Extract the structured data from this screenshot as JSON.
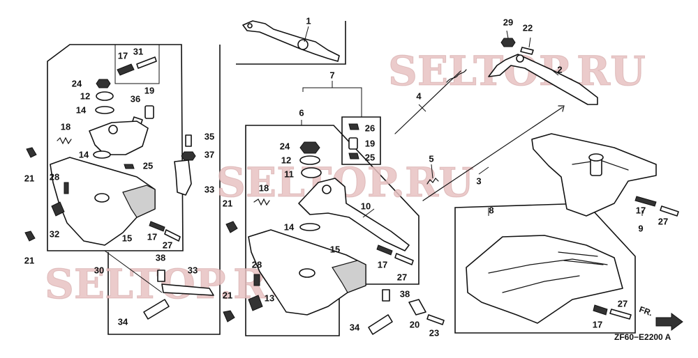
{
  "watermarks": [
    "SELTOP.RU",
    "SELTOP.RU",
    "SELTOP.RU"
  ],
  "diagram_code": "ZF60−E2200 A",
  "front_marker": "FR.",
  "callouts": {
    "c1": "1",
    "c2": "2",
    "c3": "3",
    "c4": "4",
    "c5": "5",
    "c6": "6",
    "c7": "7",
    "c8": "8",
    "c9": "9",
    "c10": "10",
    "c11": "11",
    "c12a": "12",
    "c12b": "12",
    "c13": "13",
    "c14a": "14",
    "c14b": "14",
    "c14c": "14",
    "c15a": "15",
    "c15b": "15",
    "c17a": "17",
    "c17b": "17",
    "c17c": "17",
    "c17d": "17",
    "c17e": "17",
    "c18a": "18",
    "c18b": "18",
    "c19a": "19",
    "c19b": "19",
    "c20": "20",
    "c21a": "21",
    "c21b": "21",
    "c21c": "21",
    "c21d": "21",
    "c22": "22",
    "c23": "23",
    "c24a": "24",
    "c24b": "24",
    "c25a": "25",
    "c25b": "25",
    "c26": "26",
    "c27a": "27",
    "c27b": "27",
    "c27c": "27",
    "c27d": "27",
    "c28a": "28",
    "c28b": "28",
    "c29": "29",
    "c30": "30",
    "c31": "31",
    "c32": "32",
    "c33a": "33",
    "c33b": "33",
    "c34a": "34",
    "c34b": "34",
    "c35": "35",
    "c36": "36",
    "c37": "37",
    "c38a": "38",
    "c38b": "38"
  }
}
